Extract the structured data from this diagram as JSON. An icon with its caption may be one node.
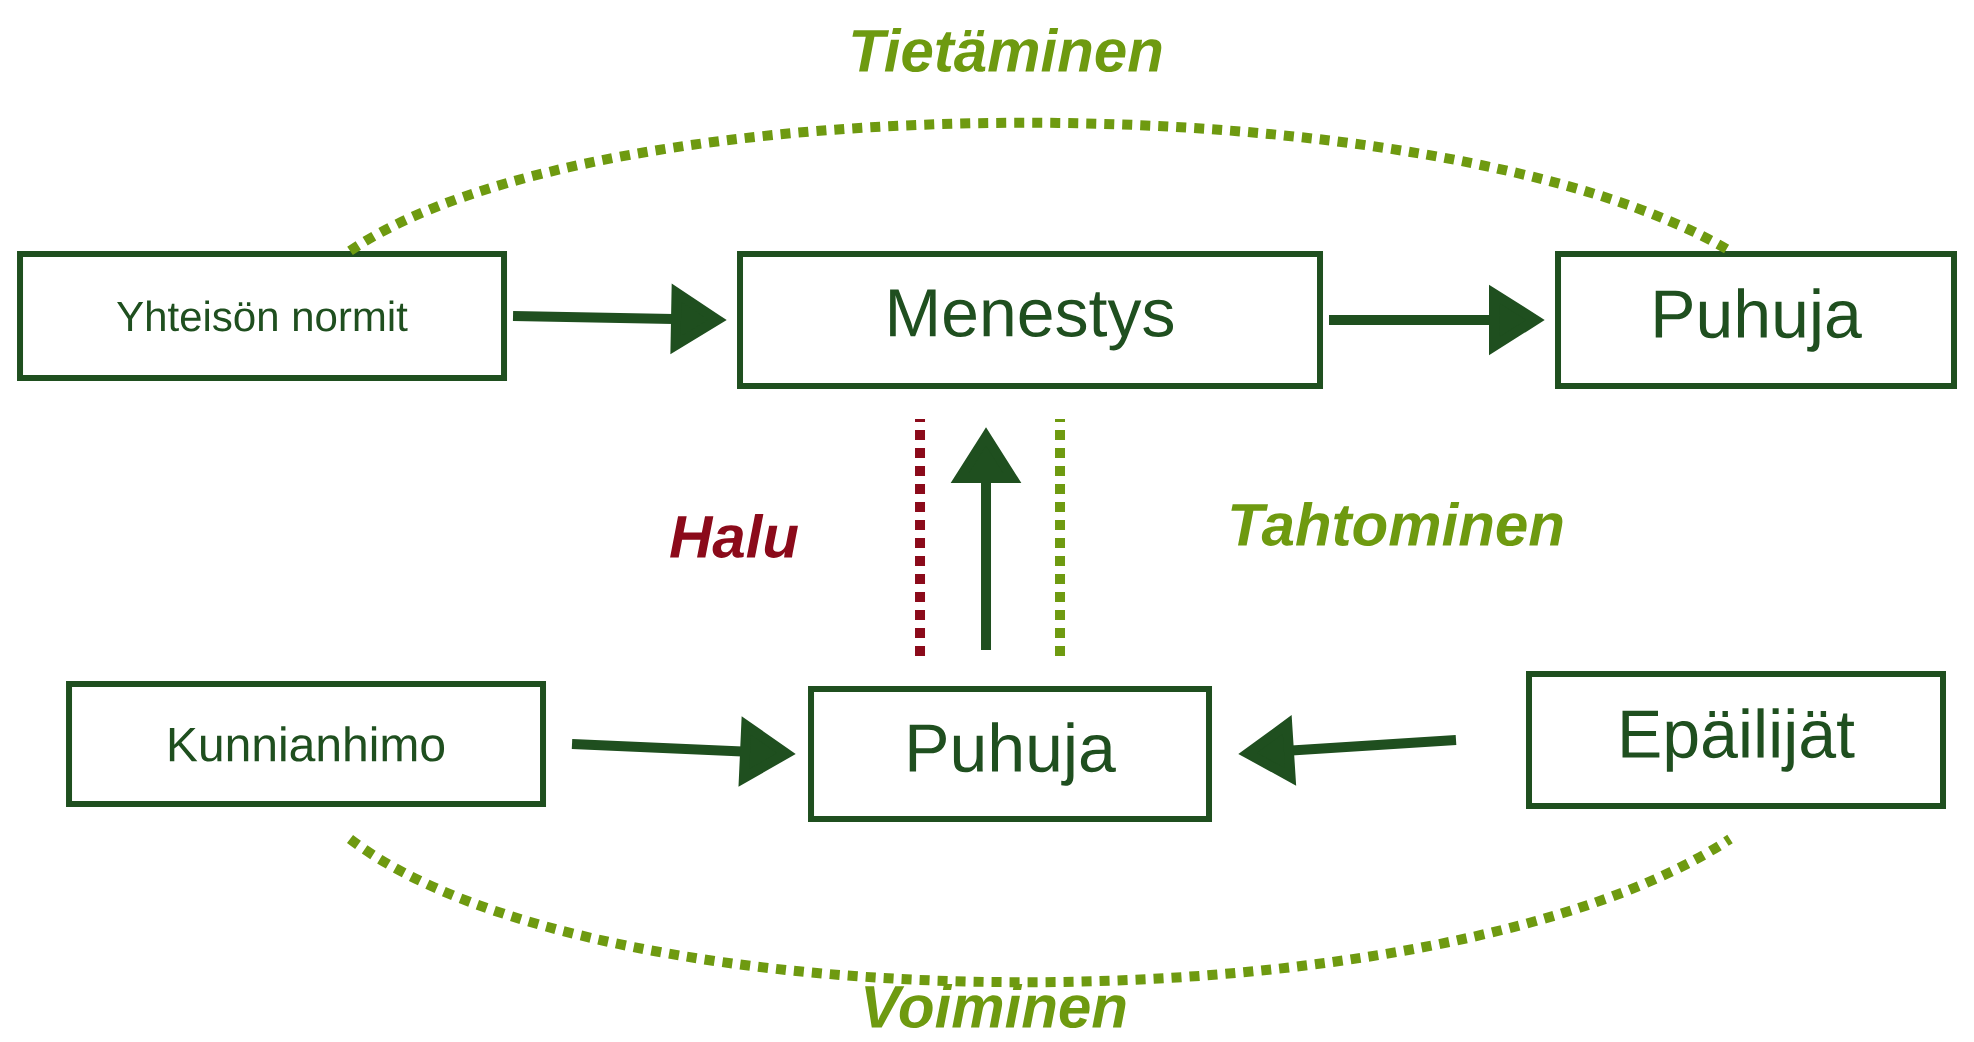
{
  "diagram": {
    "nodes": [
      {
        "text": [
          "Yhteisön normit"
        ]
      },
      {
        "text": [
          "Menestys"
        ]
      },
      {
        "text": [
          "Puhuja"
        ]
      },
      {
        "text": [
          "Kunnianhimo"
        ]
      },
      {
        "text": [
          "Puhuja"
        ]
      },
      {
        "text": [
          "Epäilijät"
        ]
      }
    ],
    "edges": [
      {
        "from": 0,
        "to": 1,
        "arrow": "to"
      },
      {
        "from": 1,
        "to": 2,
        "arrow": "to"
      },
      {
        "from": 4,
        "to": 1,
        "arrow": "to"
      },
      {
        "from": 4,
        "to": 1,
        "arrow": "none",
        "style": "dashed",
        "color": "#8b0a1a",
        "label": "Halu"
      },
      {
        "from": 4,
        "to": 1,
        "arrow": "none",
        "style": "dashed",
        "color": "#6e9a10",
        "label": "Tahtominen"
      },
      {
        "from": 0,
        "to": 2,
        "arrow": "none",
        "style": "dashed",
        "color": "#6e9a10",
        "label": "Tietäminen"
      },
      {
        "from": 3,
        "to": 4,
        "arrow": "to"
      },
      {
        "from": 5,
        "to": 4,
        "arrow": "to"
      },
      {
        "from": 3,
        "to": 5,
        "arrow": "none",
        "style": "dashed",
        "color": "#6e9a10",
        "label": "Voiminen"
      }
    ]
  }
}
